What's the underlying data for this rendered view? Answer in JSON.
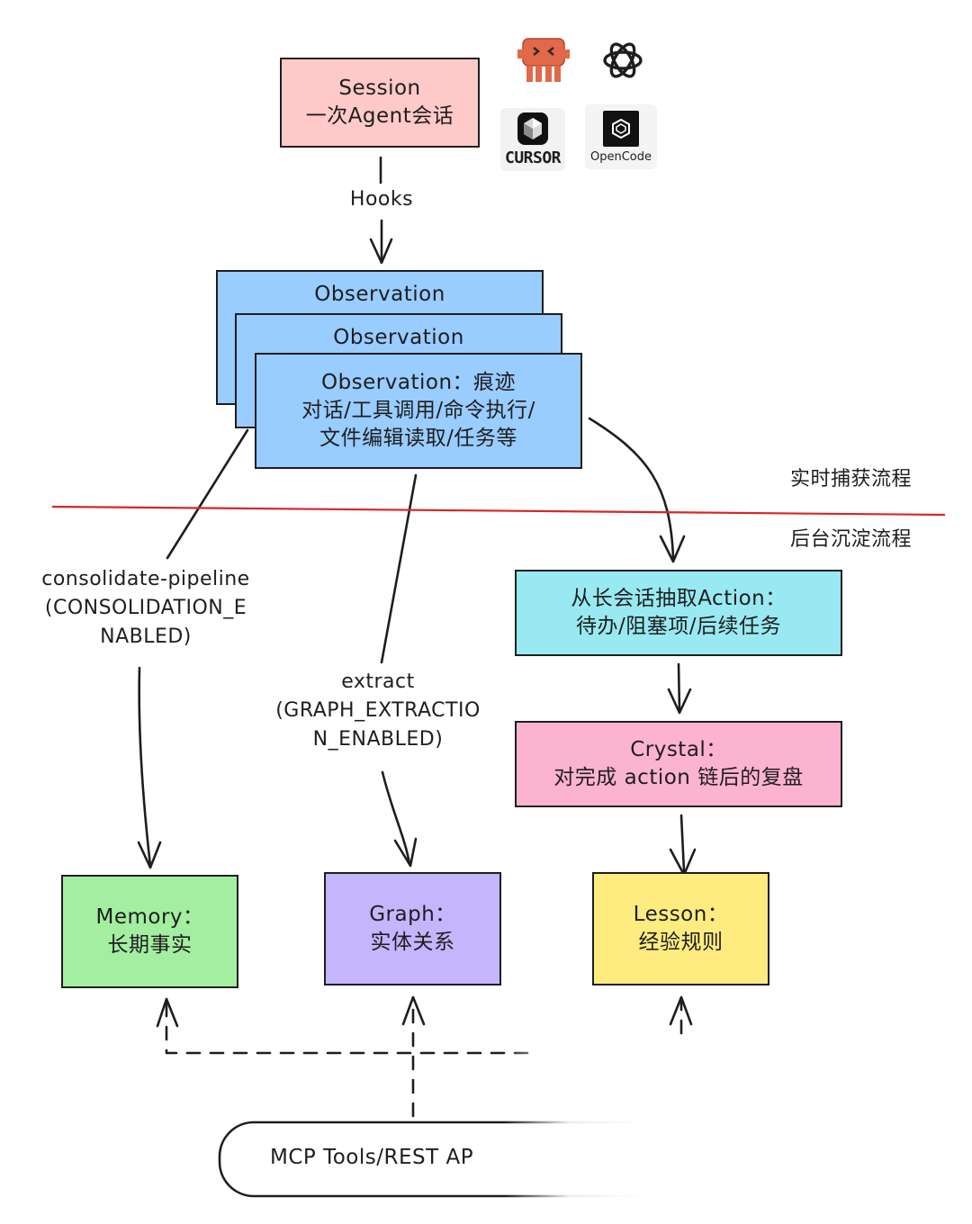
{
  "session": {
    "title": "Session",
    "subtitle": "一次Agent会话"
  },
  "hooks_label": "Hooks",
  "logos": {
    "cursor": "CURSOR",
    "opencode": "OpenCode"
  },
  "observation": {
    "back1": "Observation",
    "back2": "Observation",
    "front_title": "Observation：痕迹",
    "front_line2": "对话/工具调用/命令执行/",
    "front_line3": "文件编辑读取/任务等"
  },
  "divider": {
    "top_label": "实时捕获流程",
    "bottom_label": "后台沉淀流程"
  },
  "consolidate": {
    "line1": "consolidate-pipeline",
    "line2": "(CONSOLIDATION_E",
    "line3": "NABLED)"
  },
  "extract": {
    "line1": "extract",
    "line2": "(GRAPH_EXTRACTIO",
    "line3": "N_ENABLED)"
  },
  "action": {
    "line1": "从长会话抽取Action：",
    "line2": "待办/阻塞项/后续任务"
  },
  "crystal": {
    "line1": "Crystal：",
    "line2": "对完成 action 链后的复盘"
  },
  "memory": {
    "line1": "Memory：",
    "line2": "长期事实"
  },
  "graph": {
    "line1": "Graph：",
    "line2": "实体关系"
  },
  "lesson": {
    "line1": "Lesson：",
    "line2": "经验规则"
  },
  "mcp": {
    "label": "MCP Tools/REST AP"
  },
  "colors": {
    "session": "#ffc9c9",
    "observation": "#99ccff",
    "action": "#99e9f2",
    "crystal": "#fcb3d0",
    "memory": "#a3eea0",
    "graph": "#c4b5fd",
    "lesson": "#ffec80",
    "divider": "#d62728"
  },
  "icons": [
    "manus-robot-icon",
    "openai-logo-icon",
    "cursor-logo-icon",
    "opencode-logo-icon"
  ]
}
